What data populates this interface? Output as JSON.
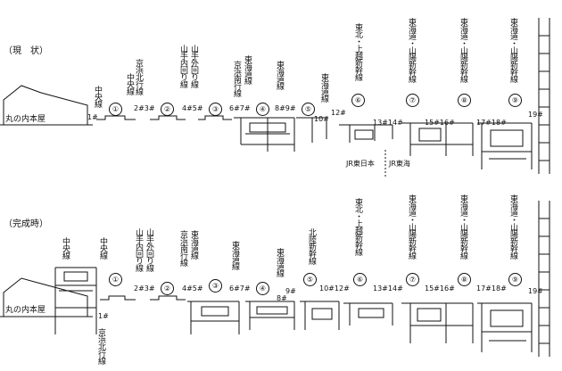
{
  "sections": {
    "current": {
      "title": "（現　状）"
    },
    "completed": {
      "title": "（完成時）"
    }
  },
  "building": {
    "label": "丸の内本屋"
  },
  "current": {
    "lines": [
      "中央線",
      "京浜北行線",
      "中央線",
      "山手内回り線",
      "山手外回り線",
      "京浜南行線",
      "東海道線",
      "東海道線",
      "東海道線",
      "東北・上越新幹線",
      "東海道・山陽新幹線",
      "東海道・山陽新幹線",
      "東海道・山陽新幹線"
    ],
    "tracks": [
      "1#",
      "2#3#",
      "4#5#",
      "6#7#",
      "8#9#",
      "10#",
      "12#",
      "13#14#",
      "15#16#",
      "17#18#",
      "19#"
    ],
    "platforms": [
      "①",
      "②",
      "③",
      "④",
      "⑤",
      "⑥",
      "⑦",
      "⑧",
      "⑨"
    ],
    "boundary": {
      "left": "JR東日本",
      "right": "JR東海"
    }
  },
  "completed": {
    "lines": [
      "中央線",
      "中央線",
      "京浜北行線",
      "山手内回り線",
      "山手外回り線",
      "京浜南行線",
      "東海道線",
      "東海道線",
      "東海道線",
      "北陸新幹線",
      "東北・上越新幹線",
      "東海道・山陽新幹線",
      "東海道・山陽新幹線",
      "東海道・山陽新幹線"
    ],
    "tracks": [
      "1#",
      "2#3#",
      "4#5#",
      "6#7#",
      "8#",
      "9#",
      "10#12#",
      "13#14#",
      "15#16#",
      "17#18#",
      "19#"
    ],
    "platforms": [
      "①",
      "②",
      "③",
      "④",
      "⑤",
      "⑥",
      "⑦",
      "⑧",
      "⑨"
    ]
  }
}
